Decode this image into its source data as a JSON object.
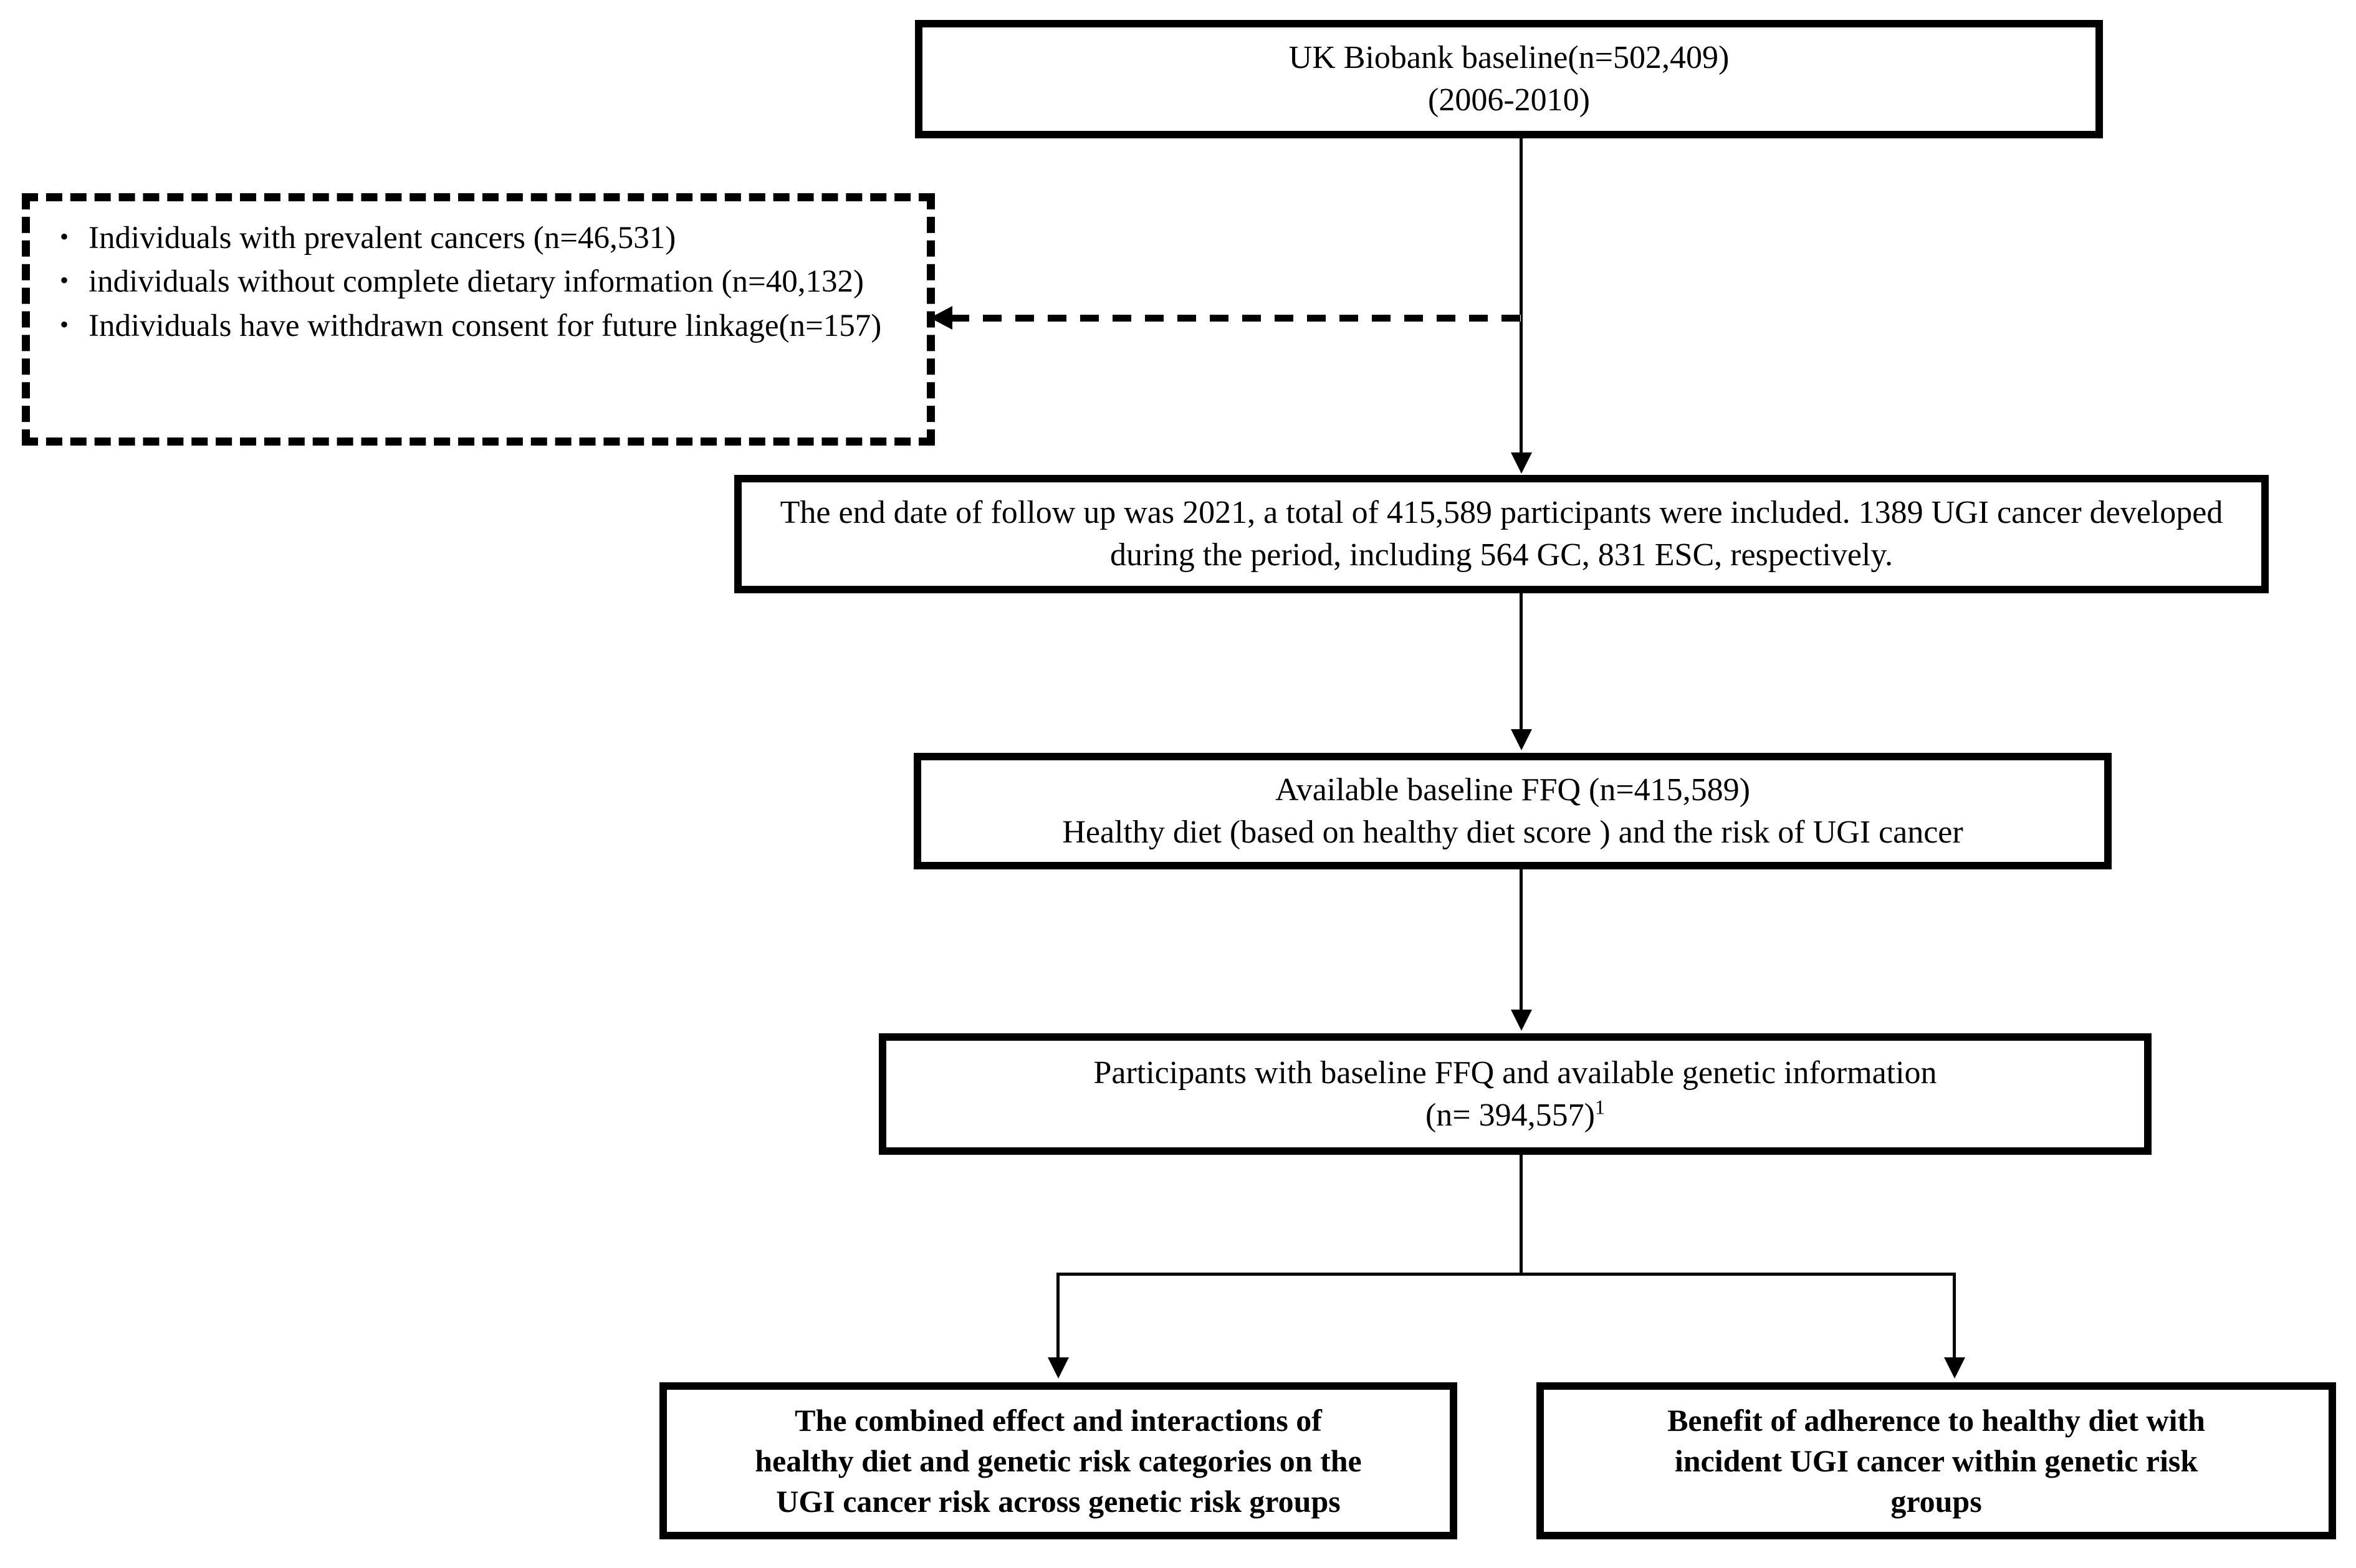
{
  "flowchart": {
    "title": "UK Biobank UGI cancer study participant selection flowchart",
    "boxes": {
      "baseline": {
        "line1": "UK Biobank baseline(n=502,409)",
        "line2": "(2006-2010)"
      },
      "exclusions": {
        "bullet_glyph": "•",
        "items": [
          "Individuals with prevalent cancers (n=46,531)",
          "individuals without complete dietary information (n=40,132)",
          "Individuals have withdrawn consent for future linkage(n=157)"
        ]
      },
      "followup": {
        "line1": "The end date of follow up was 2021, a total of 415,589 participants were included. 1389 UGI",
        "line2": "cancer developed during the period, including 564 GC, 831 ESC, respectively."
      },
      "ffq": {
        "line1": "Available baseline FFQ (n=415,589)",
        "line2": "Healthy diet (based on healthy diet score ) and the risk of UGI cancer"
      },
      "genetic": {
        "line1": "Participants with baseline FFQ and available genetic information",
        "line2": "(n= 394,557)",
        "footnote_marker": "1"
      },
      "outcome_left": {
        "line1": "The combined effect and interactions of",
        "line2": "healthy diet and genetic risk categories on the",
        "line3": "UGI cancer risk across genetic risk groups"
      },
      "outcome_right": {
        "line1": "Benefit of adherence to healthy diet with",
        "line2": "incident UGI cancer within genetic risk",
        "line3": "groups"
      }
    },
    "colors": {
      "stroke": "#000000",
      "background": "#ffffff",
      "text": "#000000"
    }
  }
}
